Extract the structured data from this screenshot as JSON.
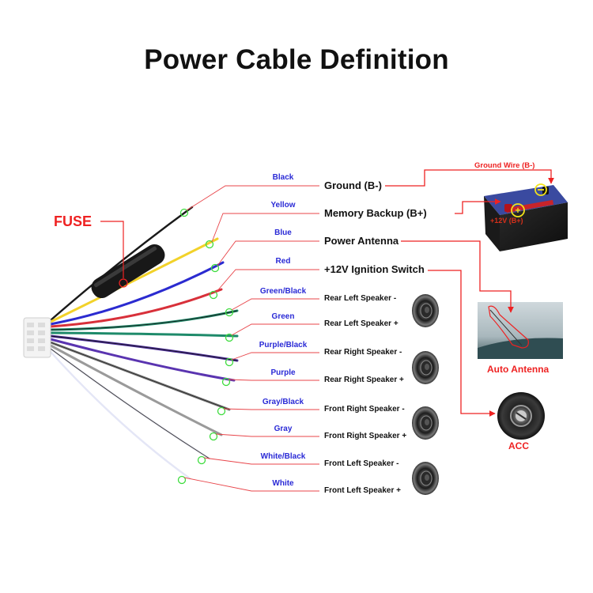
{
  "title": "Power Cable Definition",
  "fuse_label": "FUSE",
  "wires": [
    {
      "color_name": "Black",
      "function": "Ground (B-)",
      "wire_hex": "#1a1a1a",
      "stripe_hex": "#1a1a1a"
    },
    {
      "color_name": "Yellow",
      "function": "Memory Backup (B+)",
      "wire_hex": "#f2d22a",
      "stripe_hex": "#f2d22a"
    },
    {
      "color_name": "Blue",
      "function": "Power Antenna",
      "wire_hex": "#2b2bd0",
      "stripe_hex": "#2b2bd0"
    },
    {
      "color_name": "Red",
      "function": "+12V Ignition Switch",
      "wire_hex": "#d8303a",
      "stripe_hex": "#d8303a"
    },
    {
      "color_name": "Green/Black",
      "function": "Rear Left Speaker -",
      "wire_hex": "#1e8a6a",
      "stripe_hex": "#1a1a1a"
    },
    {
      "color_name": "Green",
      "function": "Rear Left Speaker +",
      "wire_hex": "#1e8a6a",
      "stripe_hex": "#1e8a6a"
    },
    {
      "color_name": "Purple/Black",
      "function": "Rear Right Speaker -",
      "wire_hex": "#4a2a9a",
      "stripe_hex": "#1a1a1a"
    },
    {
      "color_name": "Purple",
      "function": "Rear Right Speaker +",
      "wire_hex": "#5a34b0",
      "stripe_hex": "#5a34b0"
    },
    {
      "color_name": "Gray/Black",
      "function": "Front Right Speaker -",
      "wire_hex": "#777777",
      "stripe_hex": "#2a2a2a"
    },
    {
      "color_name": "Gray",
      "function": "Front Right Speaker +",
      "wire_hex": "#9a9a9a",
      "stripe_hex": "#9a9a9a"
    },
    {
      "color_name": "White/Black",
      "function": "Front Left Speaker -",
      "wire_hex": "#e6e6f2",
      "stripe_hex": "#333333"
    },
    {
      "color_name": "White",
      "function": "Front Left Speaker +",
      "wire_hex": "#e4e6f6",
      "stripe_hex": "#e4e6f6"
    }
  ],
  "battery": {
    "ground_wire_label": "Ground Wire (B-)",
    "positive_label": "+12V (B+)",
    "positive_symbol": "+",
    "negative_symbol": "−"
  },
  "auto_antenna_label": "Auto Antenna",
  "acc_label": "ACC",
  "colors": {
    "leader_line": "#e8454a",
    "wire_label_text": "#2a2ad6",
    "callout_red": "#e22222",
    "marker_green": "#3ddc3d"
  }
}
